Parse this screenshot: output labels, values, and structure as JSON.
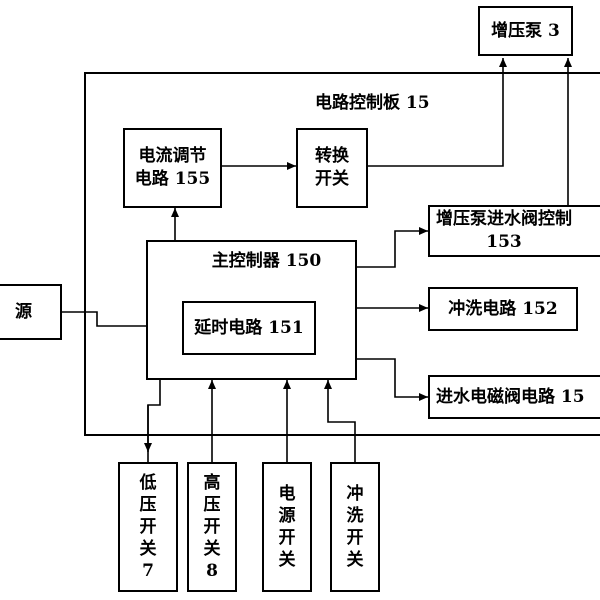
{
  "board_label": "电路控制板 15",
  "booster_pump": "增压泵 3",
  "current_regulator": "电流调节\n电路 155",
  "switchover": "转换\n开关",
  "booster_valve_control": "增压泵进水阀控制\n153",
  "main_controller": "主控制器 150",
  "delay_circuit": "延时电路 151",
  "flush_circuit": "冲洗电路 152",
  "inlet_valve_circuit": "进水电磁阀电路 15",
  "power_source_partial": "源",
  "low_pressure_switch": [
    "低",
    "压",
    "开",
    "关",
    "7"
  ],
  "high_pressure_switch": [
    "高",
    "压",
    "开",
    "关",
    "8"
  ],
  "power_switch": [
    "电",
    "源",
    "开",
    "关"
  ],
  "flush_switch": [
    "冲",
    "洗",
    "开",
    "关"
  ]
}
